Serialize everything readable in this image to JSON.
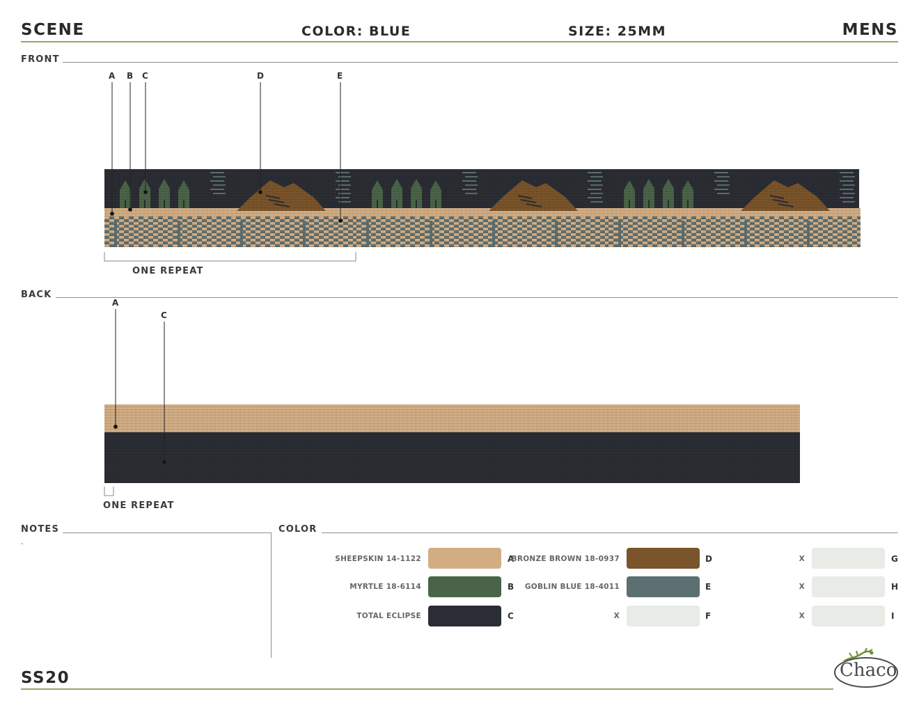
{
  "header": {
    "scene": "SCENE",
    "color": "COLOR: BLUE",
    "size": "SIZE: 25MM",
    "gender": "MENS"
  },
  "front": {
    "title": "FRONT",
    "callouts": [
      "A",
      "B",
      "C",
      "D",
      "E"
    ],
    "repeat_label": "ONE REPEAT"
  },
  "back": {
    "title": "BACK",
    "callouts": [
      "A",
      "C"
    ],
    "repeat_label": "ONE REPEAT"
  },
  "notes": {
    "title": "NOTES",
    "text": "-"
  },
  "color_section": {
    "title": "COLOR"
  },
  "swatches": [
    {
      "name": "SHEEPSKIN 14-1122",
      "letter": "A",
      "hex": "#d2ad84"
    },
    {
      "name": "MYRTLE 18-6114",
      "letter": "B",
      "hex": "#4a6448"
    },
    {
      "name": "TOTAL ECLIPSE",
      "letter": "C",
      "hex": "#2b2d34"
    },
    {
      "name": "BRONZE BROWN 18-0937",
      "letter": "D",
      "hex": "#7a542a"
    },
    {
      "name": "GOBLIN BLUE 18-4011",
      "letter": "E",
      "hex": "#5c6f71"
    },
    {
      "name": "X",
      "letter": "F",
      "hex": "#e9ebe6"
    },
    {
      "name": "X",
      "letter": "G",
      "hex": "#e9ebe6"
    },
    {
      "name": "X",
      "letter": "H",
      "hex": "#e9ebe6"
    },
    {
      "name": "X",
      "letter": "I",
      "hex": "#e9ebe6"
    }
  ],
  "footer": {
    "season": "SS20",
    "logo_text": "Chaco"
  }
}
